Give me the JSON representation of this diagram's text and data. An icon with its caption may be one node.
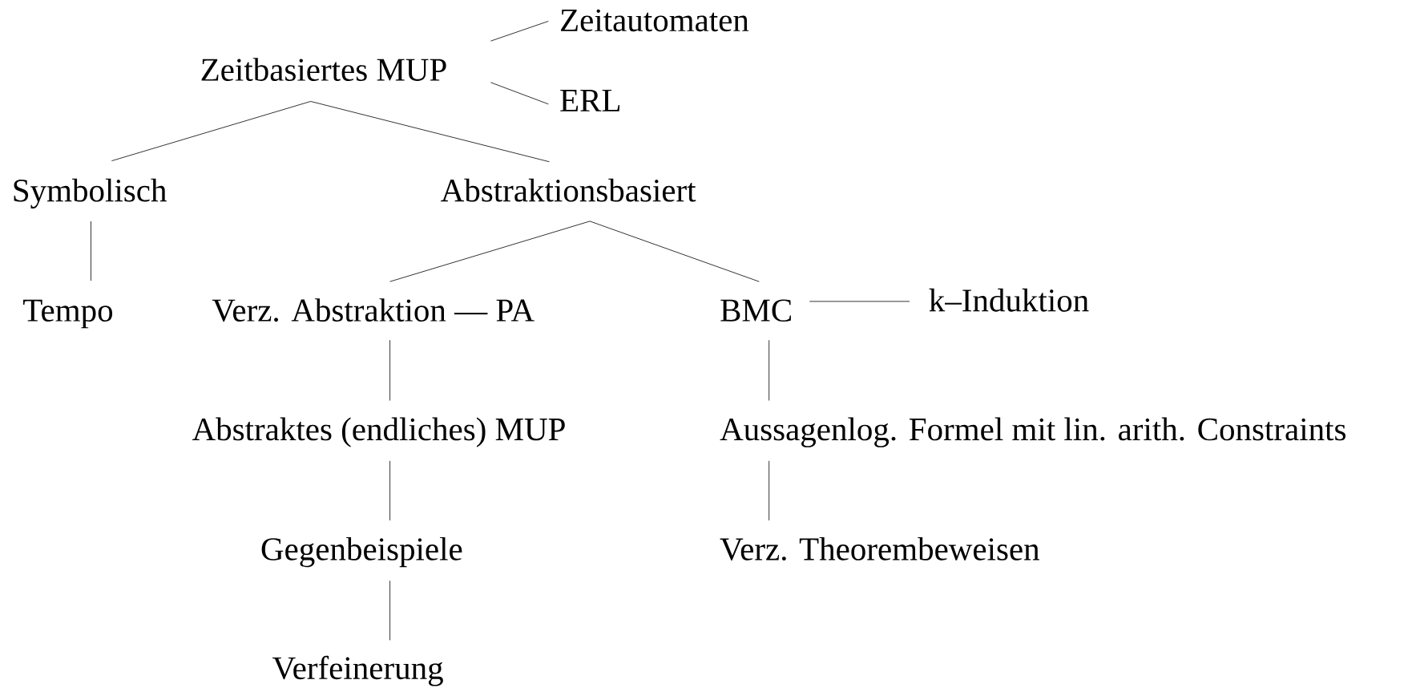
{
  "diagram": {
    "nodes": [
      {
        "text": [
          "Zeitbasiertes MUP"
        ]
      },
      {
        "text": [
          "Zeitautomaten"
        ]
      },
      {
        "text": [
          "ERL"
        ]
      },
      {
        "text": [
          "Symbolisch"
        ]
      },
      {
        "text": [
          "Abstraktionsbasiert"
        ]
      },
      {
        "text": [
          "Tempo"
        ]
      },
      {
        "text": [
          "Verz. Abstraktion –– PA"
        ]
      },
      {
        "text": [
          "BMC"
        ]
      },
      {
        "text": [
          "k–Induktion"
        ]
      },
      {
        "text": [
          "Abstraktes (endliches) MUP"
        ]
      },
      {
        "text": [
          "Aussagenlog. Formel mit lin. arith. Constraints"
        ]
      },
      {
        "text": [
          "Gegenbeispiele"
        ]
      },
      {
        "text": [
          "Verz. Theorembeweisen"
        ]
      },
      {
        "text": [
          "Verfeinerung"
        ]
      }
    ],
    "edges": [
      {
        "from": 0,
        "to": 1,
        "arrow": "none"
      },
      {
        "from": 0,
        "to": 2,
        "arrow": "none"
      },
      {
        "from": 0,
        "to": 3,
        "arrow": "none"
      },
      {
        "from": 0,
        "to": 4,
        "arrow": "none"
      },
      {
        "from": 3,
        "to": 5,
        "arrow": "none"
      },
      {
        "from": 4,
        "to": 6,
        "arrow": "none"
      },
      {
        "from": 4,
        "to": 7,
        "arrow": "none"
      },
      {
        "from": 7,
        "to": 8,
        "arrow": "none"
      },
      {
        "from": 6,
        "to": 9,
        "arrow": "none"
      },
      {
        "from": 9,
        "to": 11,
        "arrow": "none"
      },
      {
        "from": 11,
        "to": 13,
        "arrow": "none"
      },
      {
        "from": 7,
        "to": 10,
        "arrow": "none"
      },
      {
        "from": 10,
        "to": 12,
        "arrow": "none"
      }
    ]
  }
}
